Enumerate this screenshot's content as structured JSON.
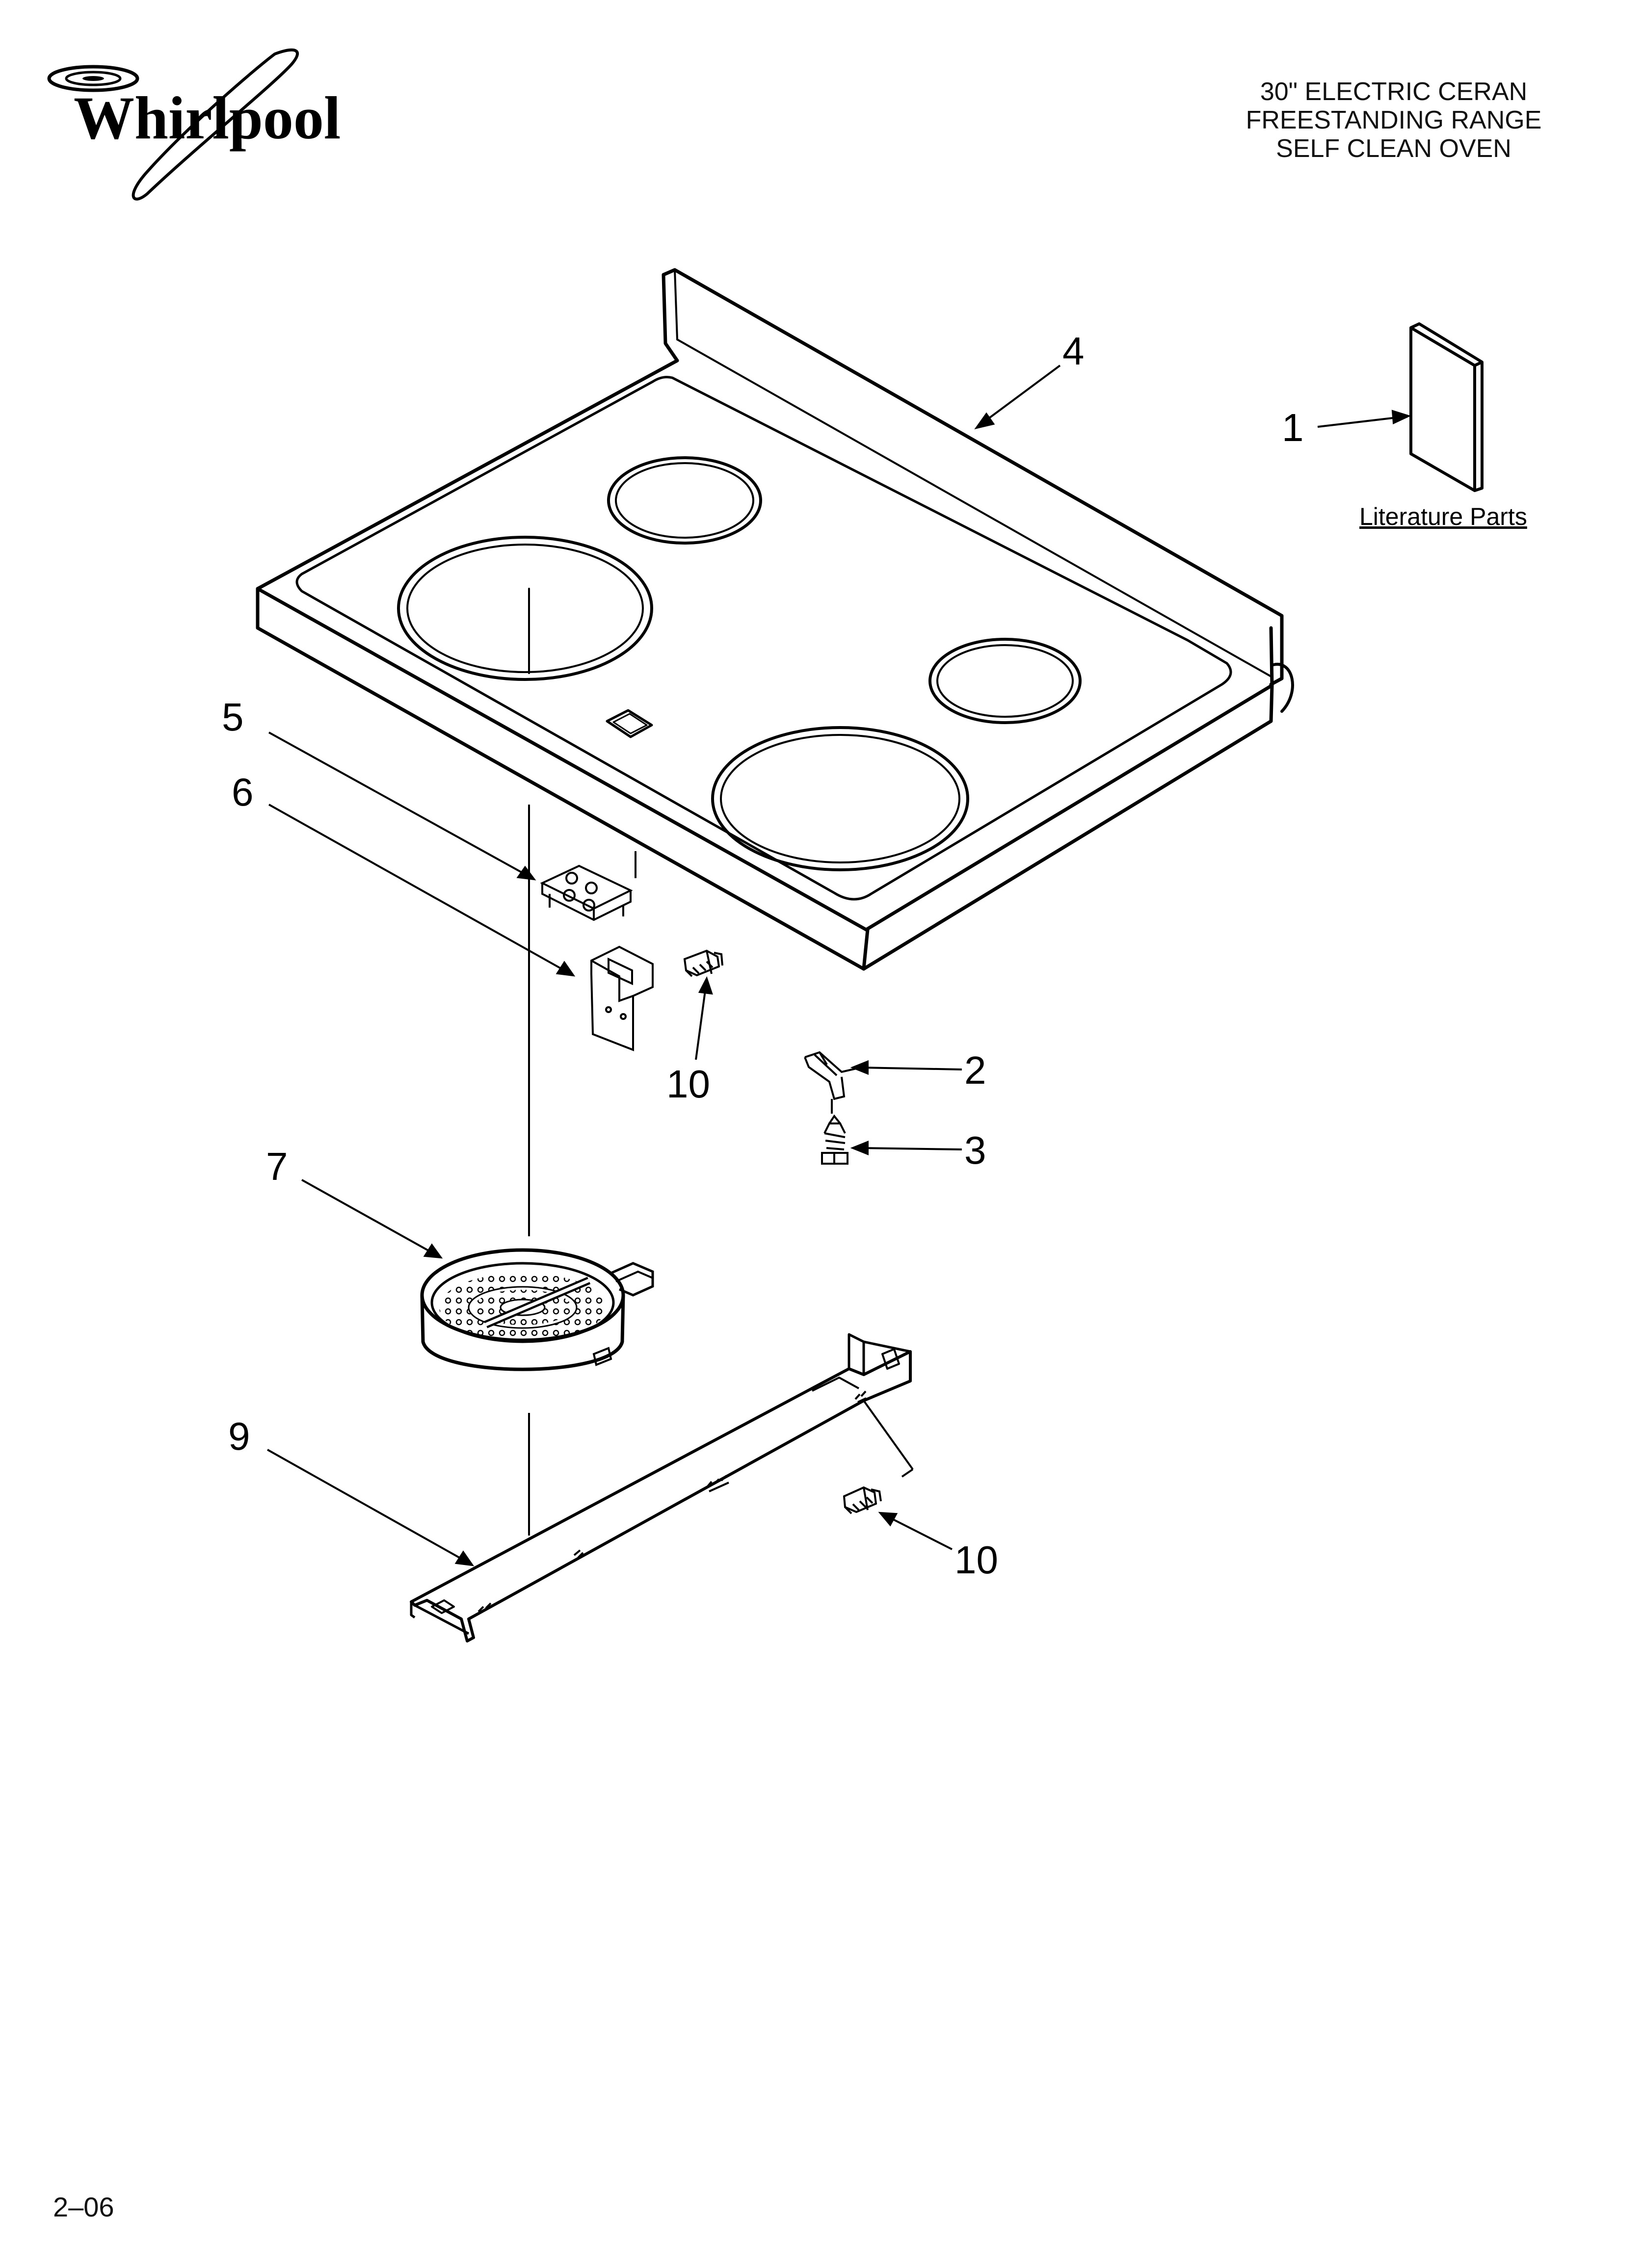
{
  "brand": {
    "name": "Whirlpool"
  },
  "header": {
    "title_lines": [
      "30\" ELECTRIC CERAN",
      "FREESTANDING RANGE",
      "SELF CLEAN OVEN"
    ]
  },
  "literature": {
    "label": "Literature Parts"
  },
  "callouts": {
    "c1": "1",
    "c2": "2",
    "c3": "3",
    "c4": "4",
    "c5": "5",
    "c6": "6",
    "c7": "7",
    "c9": "9",
    "c10a": "10",
    "c10b": "10"
  },
  "footer": {
    "code": "2–06"
  }
}
